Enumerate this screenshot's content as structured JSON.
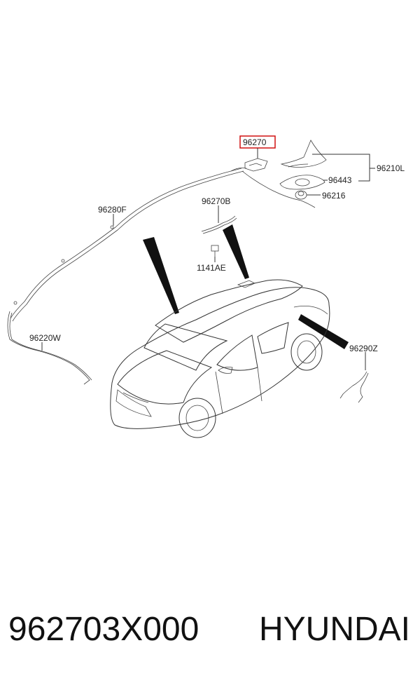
{
  "labels": {
    "highlight": "96270",
    "antenna_assy": "96210L",
    "pad": "96443",
    "nut": "96216",
    "roof_cable": "96280F",
    "cable_b": "96270B",
    "bolt": "1141AE",
    "cable_w": "96220W",
    "cable_z": "96290Z"
  },
  "footer": {
    "part_number": "962703X000",
    "brand": "HYUNDAI"
  },
  "colors": {
    "highlight_box": "#d01010",
    "line": "#333333",
    "callout_fill": "#111111"
  }
}
